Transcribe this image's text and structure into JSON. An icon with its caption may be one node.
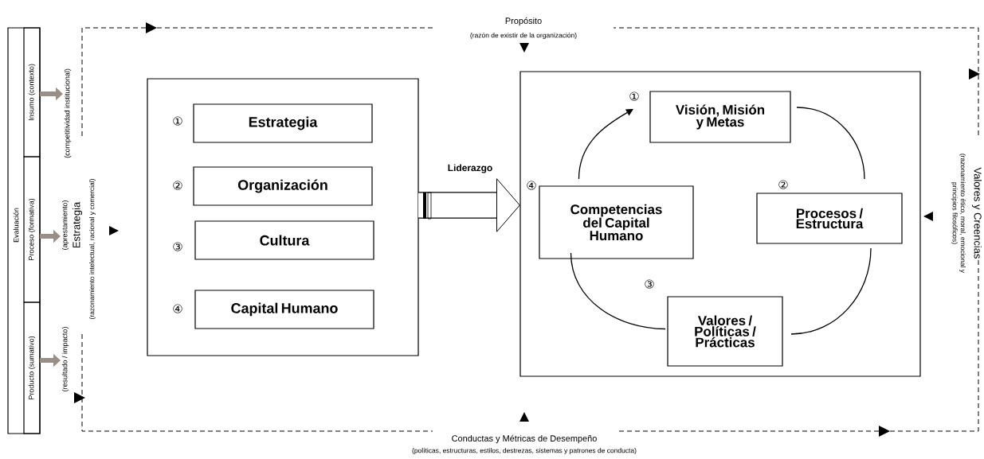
{
  "diagram": {
    "nodes": [
      {
        "text": [
          "Evaluación"
        ]
      },
      {
        "text": [
          "Insumo (contexto)"
        ],
        "in": 0
      },
      {
        "text": [
          "Proceso (formativa)"
        ],
        "in": 0
      },
      {
        "text": [
          "Producto (sumativo)"
        ],
        "in": 0
      },
      {
        "text": [
          "(competitividad institucional)"
        ]
      },
      {
        "text": [
          "(aprestamiento)"
        ]
      },
      {
        "text": [
          "(resultado / impacto)"
        ]
      },
      {
        "text": [],
        "shape": "box"
      },
      {
        "text": [
          "Estrategia"
        ],
        "in": 7,
        "beside": [
          "①"
        ]
      },
      {
        "text": [
          "Organización"
        ],
        "in": 7,
        "beside": [
          "②"
        ]
      },
      {
        "text": [
          "Cultura"
        ],
        "in": 7,
        "beside": [
          "③"
        ]
      },
      {
        "text": [
          "Capital Humano"
        ],
        "in": 7,
        "beside": [
          "④"
        ]
      },
      {
        "text": [],
        "shape": "box"
      },
      {
        "text": [
          "Visión, Misión y Metas"
        ],
        "in": 12,
        "beside": [
          "①"
        ]
      },
      {
        "text": [
          "Procesos / Estructura"
        ],
        "in": 12,
        "beside": [
          "②"
        ]
      },
      {
        "text": [
          "Valores / Políticas / Prácticas"
        ],
        "in": 12,
        "beside": [
          "③"
        ]
      },
      {
        "text": [
          "Competencias del Capital Humano"
        ],
        "in": 12,
        "beside": [
          "④"
        ]
      }
    ],
    "edges": [
      {
        "from": 13,
        "to": 14,
        "arrow": "none"
      },
      {
        "from": 14,
        "to": 15,
        "arrow": "none"
      },
      {
        "from": 15,
        "to": 16,
        "arrow": "none"
      },
      {
        "from": 16,
        "to": 13,
        "arrow": "to"
      },
      {
        "from": 1,
        "to": 4,
        "arrow": "to",
        "style": "thick",
        "color": "#9a8f84"
      },
      {
        "from": 2,
        "to": 5,
        "arrow": "to",
        "style": "thick",
        "color": "#9a8f84"
      },
      {
        "from": 3,
        "to": 6,
        "arrow": "to",
        "style": "thick",
        "color": "#9a8f84"
      },
      {
        "from": 7,
        "to": 12,
        "arrow": "to",
        "style": "thick",
        "label": "Liderazgo"
      }
    ],
    "labels": [
      "Propósito",
      "(razón de existir de la organización)",
      "Estrategia",
      "(razonamiento intelectual, racional y comercial)",
      "Valores y Creencias",
      "(razonamiento ético, moral, emocional y principios filosóficos)",
      "Conductas y Métricas de Desempeño",
      "(políticas, estructuras, estilos, destrezas, sistemas y patrones de conducta)"
    ]
  }
}
